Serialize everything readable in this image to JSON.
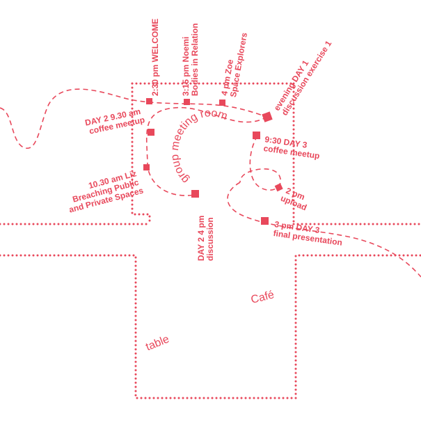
{
  "theme": {
    "accent": "#e8485b",
    "background": "#ffffff"
  },
  "rooms": {
    "meeting_room": "group meeting room",
    "cafe": "Café",
    "table": "table"
  },
  "events": {
    "welcome": {
      "lines": [
        "2:30 pm  WELCOME"
      ]
    },
    "noemi": {
      "lines": [
        "3:15 pm  Noemi",
        "Bodies in Relation"
      ]
    },
    "zoe": {
      "lines": [
        "4 pm  Zoe",
        "Space Explorers"
      ]
    },
    "evening_day1": {
      "lines": [
        "evening  DAY 1",
        "discussion exercise 1"
      ]
    },
    "day2_coffee": {
      "lines": [
        "DAY 2  9.30 am",
        "coffee meetup"
      ]
    },
    "liz": {
      "lines": [
        "10.30 am  Liz",
        "Breaching Public",
        "and Private Spaces"
      ]
    },
    "day2_discussion": {
      "lines": [
        "DAY 2  4 pm",
        "discussion"
      ]
    },
    "day3_coffee": {
      "lines": [
        "9:30  DAY 3",
        "coffee meetup"
      ]
    },
    "upload": {
      "lines": [
        "2 pm",
        "upload"
      ]
    },
    "final": {
      "lines": [
        "3 pm  DAY 3",
        "final presentation"
      ]
    }
  }
}
